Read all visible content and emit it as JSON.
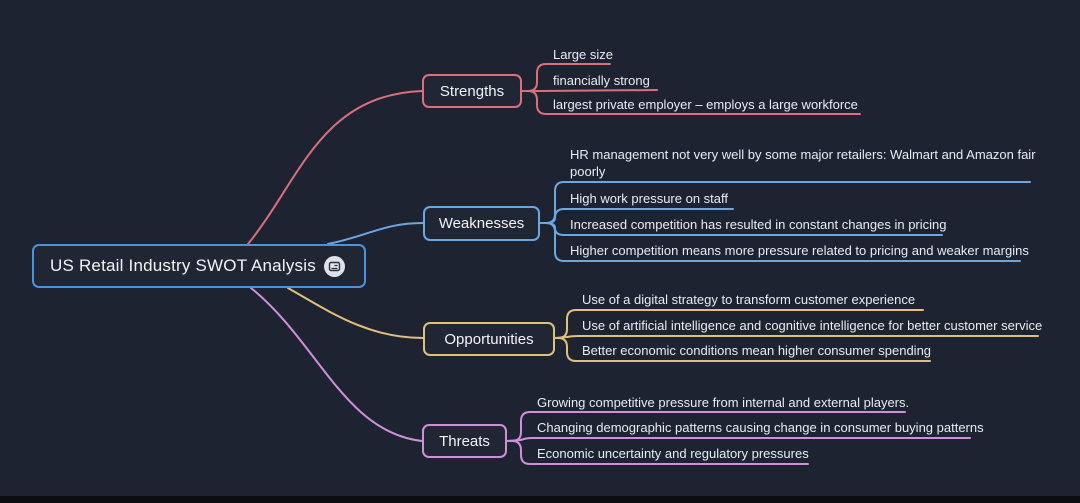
{
  "canvas": {
    "background": "#1d2330",
    "footer_color": "#0b0d12"
  },
  "colors": {
    "center_border": "#4b94dd",
    "strengths": "#d9707a",
    "weaknesses": "#6ba7e1",
    "opportunities": "#e3bf7d",
    "threats": "#d08fda",
    "node_text": "#f2f4f7",
    "leaf_text": "#e9edf2",
    "icon_bg": "#dfe3e9",
    "icon_glyph": "#2a3140"
  },
  "center": {
    "title": "US Retail Industry SWOT Analysis",
    "icon": "notes-icon"
  },
  "branches": [
    {
      "label": "Strengths",
      "color": "#d9707a",
      "items": [
        {
          "text": "Large size"
        },
        {
          "text": "financially strong"
        },
        {
          "text": "largest private employer – employs a  large workforce"
        }
      ]
    },
    {
      "label": "Weaknesses",
      "color": "#6ba7e1",
      "items": [
        {
          "text": "HR management not very well by some major retailers: Walmart and Amazon fair poorly"
        },
        {
          "text": "High work pressure on staff"
        },
        {
          "text": "Increased competition has resulted in constant changes in pricing"
        },
        {
          "text": "Higher competition means more pressure related to pricing and weaker margins"
        }
      ]
    },
    {
      "label": "Opportunities",
      "color": "#e3bf7d",
      "items": [
        {
          "text": "Use of  a digital strategy to transform  customer experience"
        },
        {
          "text": "Use of artificial intelligence and cognitive intelligence for better customer service"
        },
        {
          "text": "Better economic  conditions mean higher consumer spending"
        }
      ]
    },
    {
      "label": "Threats",
      "color": "#d08fda",
      "items": [
        {
          "text": "Growing competitive pressure from internal and external players."
        },
        {
          "text": "Changing demographic patterns causing change in consumer buying patterns"
        },
        {
          "text": "Economic uncertainty and regulatory pressures"
        }
      ]
    }
  ]
}
